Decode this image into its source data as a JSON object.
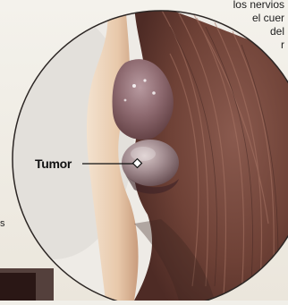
{
  "caption": {
    "lines": [
      "los nervios",
      "el cuer",
      "del",
      "r"
    ]
  },
  "left_mark": "s",
  "tumor_label": "Tumor"
}
